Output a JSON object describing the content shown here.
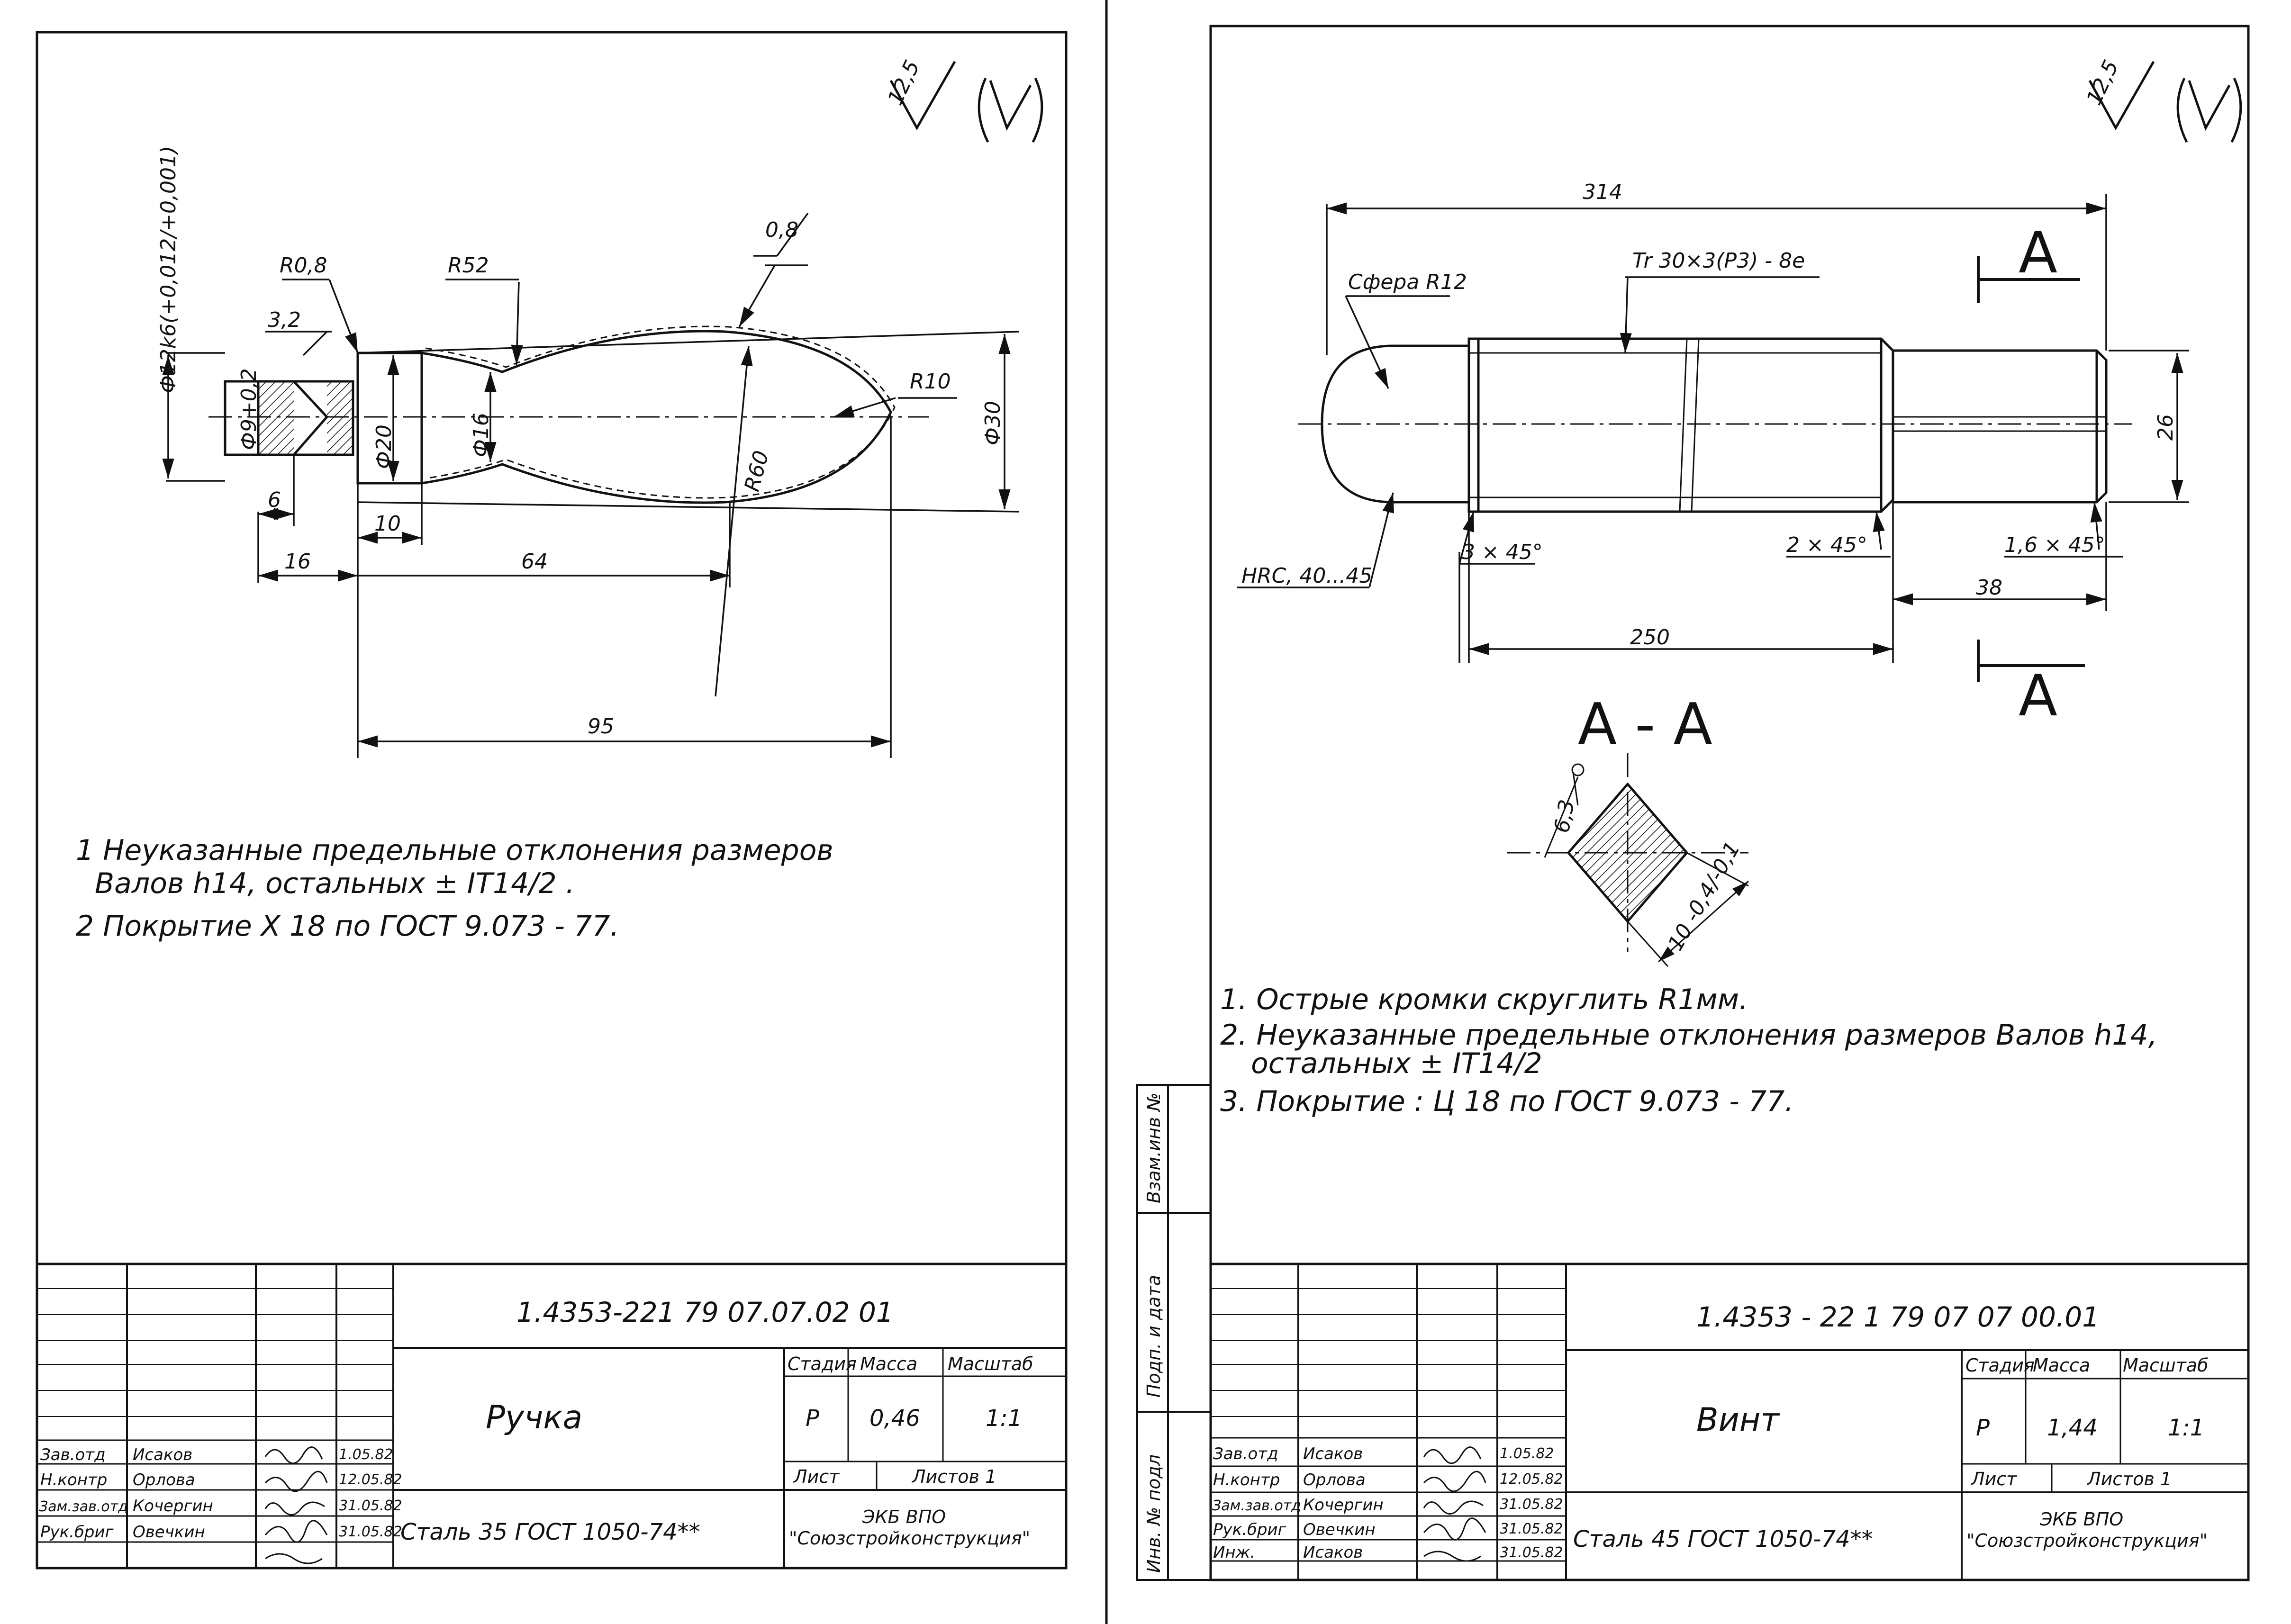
{
  "left_sheet": {
    "roughness": "12,5",
    "dims": {
      "shaft_tol": "Ф12k6(+0,012/+0,001)",
      "r08": "R0,8",
      "r52": "R52",
      "rough08": "0,8",
      "r10": "R10",
      "rough32": "3,2",
      "hole": "Ф9+0,2",
      "d20": "Ф20",
      "d16": "Ф16",
      "r60": "R60",
      "d30": "Ф30",
      "d6": "6",
      "d10": "10",
      "d16len": "16",
      "d64": "64",
      "d95": "95"
    },
    "notes": [
      "1  Неуказанные   предельные   отклонения   размеров",
      "Валов h14,   остальных ± IT14/2 .",
      "2  Покрытие    Х 18 по ГОСТ 9.073 - 77."
    ],
    "title_block": {
      "code": "1.4353-221  79 07.07.02 01",
      "name": "Ручка",
      "material": "Сталь 35 ГОСТ 1050-74**",
      "org_line1": "ЭКБ   ВПО",
      "org_line2": "\"Союзстройконструкция\"",
      "stage_label": "Стадия",
      "mass_label": "Масса",
      "scale_label": "Масштаб",
      "stage": "Р",
      "mass": "0,46",
      "scale": "1:1",
      "sheet_label": "Лист",
      "sheets_label": "Листов 1",
      "roles": [
        "Зав.отд",
        "Н.контр",
        "Зам.зав.отд",
        "Рук.бриг"
      ],
      "names": [
        "Исаков",
        "Орлова",
        "Кочергин",
        "Овечкин"
      ],
      "dates": [
        "1.05.82",
        "12.05.82",
        "31.05.82",
        "31.05.82"
      ]
    }
  },
  "right_sheet": {
    "roughness": "12,5",
    "dims": {
      "len314": "314",
      "sphere": "Сфера R12",
      "thread": "Tr 30×3(P3) - 8e",
      "section_letter": "А",
      "d26": "26",
      "hrc": "HRC, 40...45",
      "ch3": "3 × 45°",
      "ch2": "2 × 45°",
      "ch16": "1,6 × 45°",
      "d38": "38",
      "d250": "250",
      "section_title": "А - А",
      "sq_rough": "6,3",
      "sq_dim": "10 -0,4/-0,1"
    },
    "notes": [
      "1.  Острые  кромки  скруглить   R1мм.",
      "2.  Неуказанные   предельные   отклонения   размеров   Валов h14,",
      "остальных ± IT14/2",
      "3.  Покрытие :   Ц 18  по ГОСТ 9.073 - 77."
    ],
    "side_labels": [
      "Взам.инв №",
      "Подп. и дата",
      "Инв. № подл"
    ],
    "title_block": {
      "code": "1.4353 - 22 1    79 07 07 00.01",
      "name": "Винт",
      "material": "Сталь 45 ГОСТ 1050-74**",
      "org_line1": "ЭКБ   ВПО",
      "org_line2": "\"Союзстройконструкция\"",
      "stage_label": "Стадия",
      "mass_label": "Масса",
      "scale_label": "Масштаб",
      "stage": "Р",
      "mass": "1,44",
      "scale": "1:1",
      "sheet_label": "Лист",
      "sheets_label": "Листов 1",
      "roles": [
        "Зав.отд",
        "Н.контр",
        "Зам.зав.отд",
        "Рук.бриг",
        "Инж."
      ],
      "names": [
        "Исаков",
        "Орлова",
        "Кочергин",
        "Овечкин",
        "Исаков"
      ],
      "dates": [
        "1.05.82",
        "12.05.82",
        "31.05.82",
        "31.05.82",
        "31.05.82"
      ]
    }
  }
}
